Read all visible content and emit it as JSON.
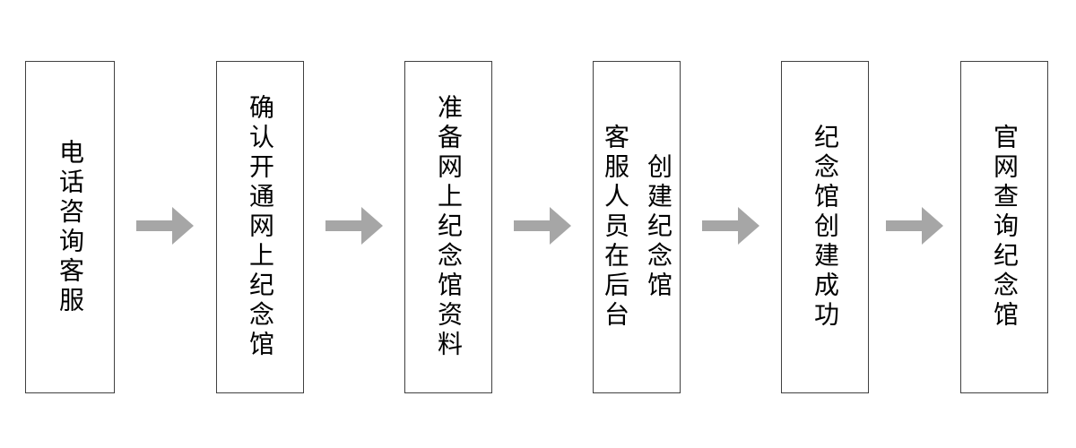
{
  "flowchart": {
    "title": "memorial-hall-creation-process",
    "steps": [
      {
        "label": "电话咨询客服"
      },
      {
        "label": "确认开通网上纪念馆"
      },
      {
        "label": "准备网上纪念馆资料"
      },
      {
        "label": "客服人员在后台\n创建纪念馆"
      },
      {
        "label": "纪念馆创建成功"
      },
      {
        "label": "官网查询纪念馆"
      }
    ],
    "colors": {
      "box_border": "#404040",
      "box_fill": "#ffffff",
      "text": "#000000",
      "arrow": "#a6a6a6",
      "background": "#ffffff"
    }
  }
}
